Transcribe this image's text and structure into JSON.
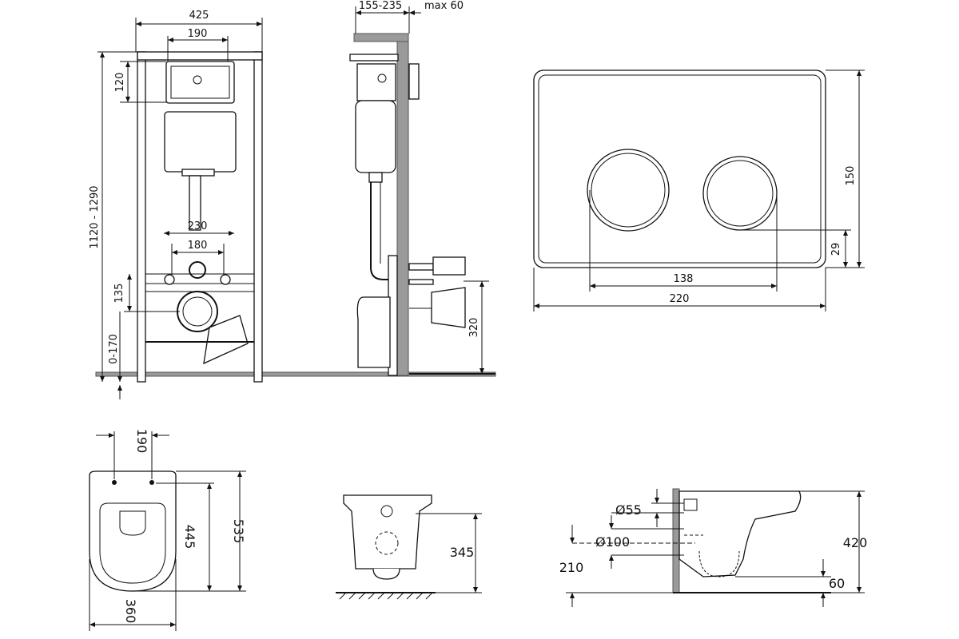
{
  "installation_frame_front": {
    "width_label": "425",
    "button_opening_label": "190",
    "button_height_label": "120",
    "total_height_label": "1120 - 1290",
    "stud_outer_label": "230",
    "stud_inner_label": "180",
    "drain_height_label": "135",
    "leg_adjust_label": "0-170"
  },
  "installation_frame_side": {
    "depth_label": "155-235",
    "wall_thickness_label": "max 60",
    "drain_axis_height_label": "320"
  },
  "flush_plate": {
    "height_label": "150",
    "button_offset_label": "29",
    "button_spacing_label": "138",
    "width_label": "220"
  },
  "toilet_top": {
    "mount_spacing_label": "190",
    "length_label": "535",
    "mount_to_front_label": "445",
    "width_label": "360"
  },
  "toilet_front": {
    "height_label": "345"
  },
  "toilet_side": {
    "inlet_diameter_label": "Ø55",
    "outlet_diameter_label": "Ø100",
    "outlet_height_label": "210",
    "total_height_label": "420",
    "floor_gap_label": "60"
  }
}
